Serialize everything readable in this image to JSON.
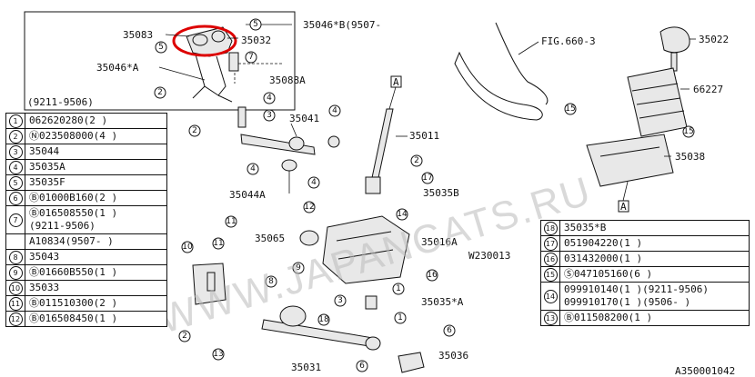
{
  "labels": {
    "p35083": "35083",
    "p35046b": "35046*B(9507-",
    "p35032": "35032",
    "p35046a": "35046*A",
    "p35088a": "35088A",
    "range9211": "(9211-9506)",
    "p35041": "35041",
    "p35011": "35011",
    "p35044a": "35044A",
    "p35035b": "35035B",
    "p35065": "35065",
    "p35016a": "35016A",
    "w230013": "W230013",
    "p35035a": "35035*A",
    "p35031": "35031",
    "p35036": "35036",
    "fig": "FIG.660-3",
    "p35022": "35022",
    "p66227": "66227",
    "p35038": "35038",
    "markA1": "A",
    "markA2": "A",
    "watermark": "WWW.JAPANCATS.RU",
    "code": "A350001042"
  },
  "left_table": [
    {
      "num": "1",
      "text": "062620280(2 )"
    },
    {
      "num": "2",
      "text": "Ⓝ023508000(4 )"
    },
    {
      "num": "3",
      "text": "35044"
    },
    {
      "num": "4",
      "text": "35035A"
    },
    {
      "num": "5",
      "text": "35035F"
    },
    {
      "num": "6",
      "text": "Ⓑ01000B160(2 )"
    },
    {
      "num": "7",
      "text": "Ⓑ016508550(1 )",
      "sub": "(9211-9506)"
    },
    {
      "num": "",
      "text": "A10834(9507-     )"
    },
    {
      "num": "8",
      "text": "35043"
    },
    {
      "num": "9",
      "text": "Ⓑ01660B550(1 )"
    },
    {
      "num": "10",
      "text": "35033"
    },
    {
      "num": "11",
      "text": "Ⓑ011510300(2 )"
    },
    {
      "num": "12",
      "text": "Ⓑ016508450(1 )"
    }
  ],
  "right_table": [
    {
      "num": "18",
      "text": "35035*B"
    },
    {
      "num": "17",
      "text": "051904220(1 )"
    },
    {
      "num": "16",
      "text": "031432000(1 )"
    },
    {
      "num": "15",
      "text": "Ⓢ047105160(6 )"
    },
    {
      "num": "14",
      "text": "099910140(1 )(9211-9506)",
      "sub": "099910170(1 )(9506-     )"
    },
    {
      "num": "13",
      "text": "Ⓑ011508200(1 )"
    }
  ]
}
